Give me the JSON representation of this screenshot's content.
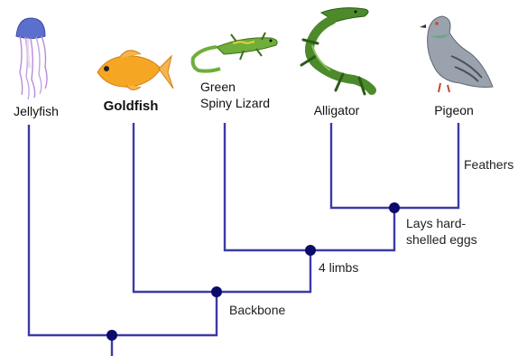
{
  "taxa": [
    {
      "id": "jellyfish",
      "lines": [
        "Jellyfish"
      ]
    },
    {
      "id": "goldfish",
      "lines": [
        "Goldfish"
      ]
    },
    {
      "id": "lizard",
      "lines": [
        "Green",
        "Spiny Lizard"
      ]
    },
    {
      "id": "alligator",
      "lines": [
        "Alligator"
      ]
    },
    {
      "id": "pigeon",
      "lines": [
        "Pigeon"
      ]
    }
  ],
  "traits": {
    "feathers": [
      "Feathers"
    ],
    "eggs": [
      "Lays hard-",
      "shelled eggs"
    ],
    "limbs": [
      "4 limbs"
    ],
    "backbone": [
      "Backbone"
    ]
  },
  "colors": {
    "branch": "#3b3ba6",
    "node": "#0b0b6b"
  },
  "icons": [
    "jellyfish-image",
    "goldfish-image",
    "lizard-image",
    "alligator-image",
    "pigeon-image"
  ]
}
